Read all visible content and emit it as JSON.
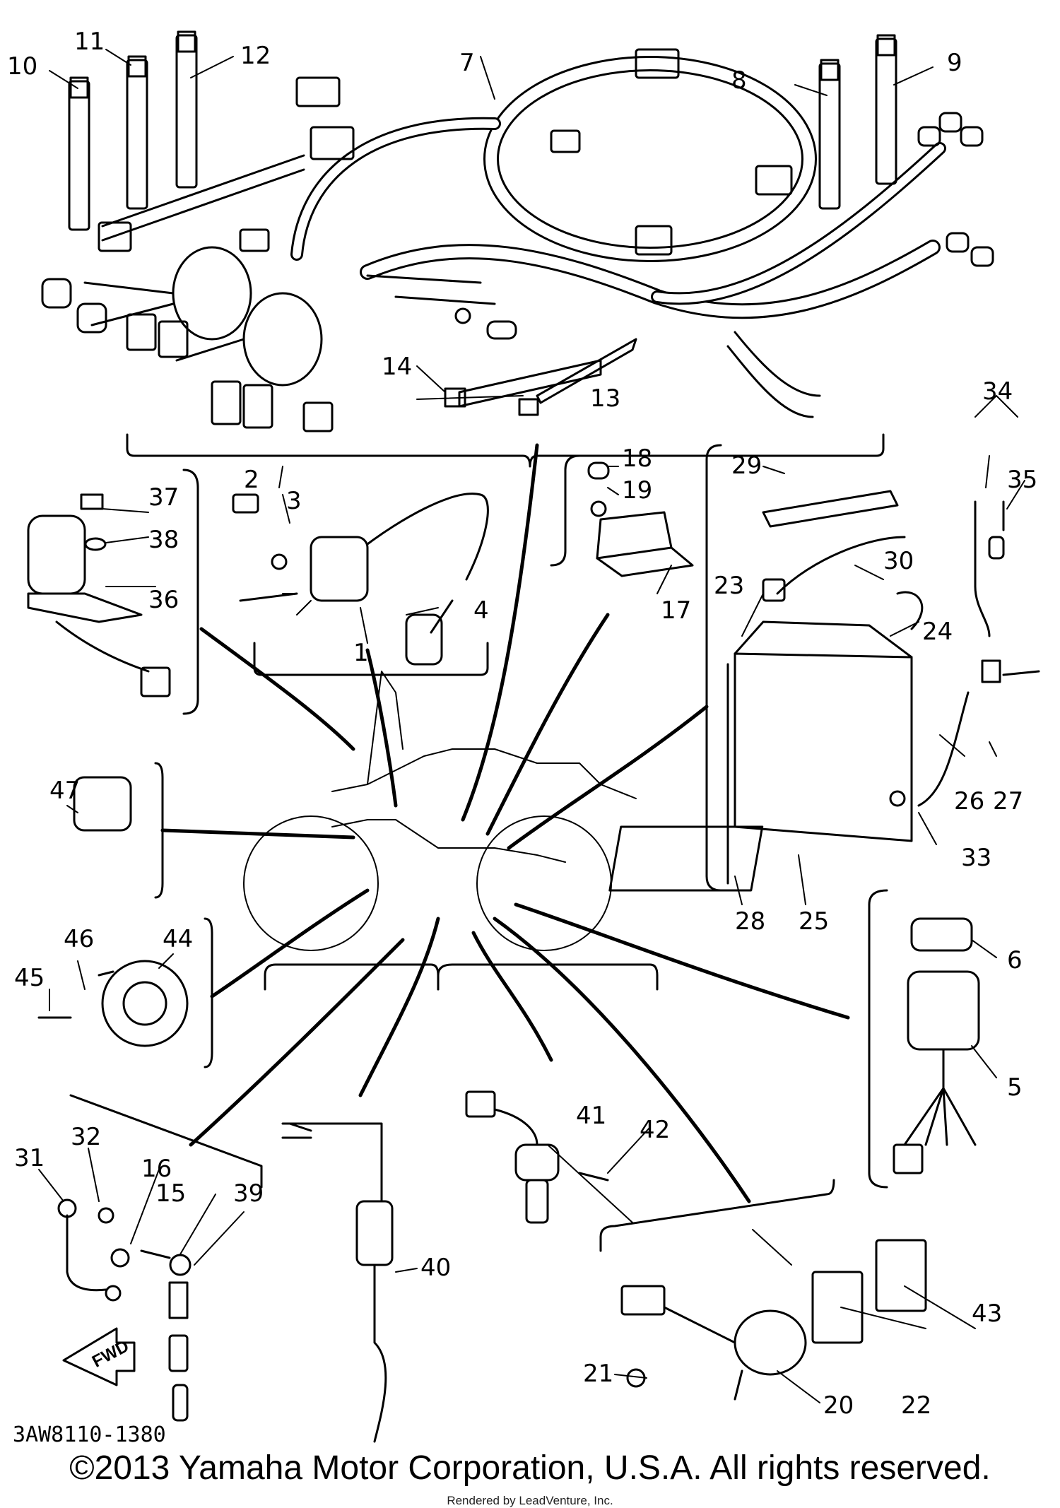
{
  "diagram": {
    "part_code": "3AW8110-1380",
    "fwd_label": "FWD",
    "copyright": "©2013 Yamaha Motor Corporation, U.S.A. All rights reserved.",
    "rendered_by": "Rendered by LeadVenture, Inc.",
    "callouts": [
      "1",
      "2",
      "3",
      "4",
      "5",
      "6",
      "7",
      "8",
      "9",
      "10",
      "11",
      "12",
      "13",
      "14",
      "15",
      "16",
      "17",
      "18",
      "19",
      "20",
      "21",
      "22",
      "23",
      "24",
      "25",
      "26",
      "27",
      "28",
      "29",
      "30",
      "31",
      "32",
      "33",
      "34",
      "35",
      "36",
      "37",
      "38",
      "39",
      "40",
      "41",
      "42",
      "43",
      "44",
      "45",
      "46",
      "47"
    ]
  }
}
